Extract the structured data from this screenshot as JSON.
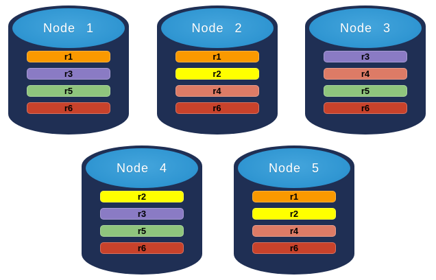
{
  "diagram": {
    "description": "Database nodes with replica partitions",
    "colors": {
      "cylinder_body": "#1F2F54",
      "cylinder_top": "#3096D2",
      "cylinder_top_highlight": "#44A5DC",
      "cylinder_top_edge": "#2585C4",
      "replica_colors": {
        "r1": "#FA9900",
        "r2": "#FFFF00",
        "r3": "#8A7BC4",
        "r4": "#DD7B66",
        "r5": "#8FC57D",
        "r6": "#C8422B"
      }
    },
    "nodes": [
      {
        "label": "Node 1",
        "replicas": [
          "r1",
          "r3",
          "r5",
          "r6"
        ]
      },
      {
        "label": "Node 2",
        "replicas": [
          "r1",
          "r2",
          "r4",
          "r6"
        ]
      },
      {
        "label": "Node 3",
        "replicas": [
          "r3",
          "r4",
          "r5",
          "r6"
        ]
      },
      {
        "label": "Node 4",
        "replicas": [
          "r2",
          "r3",
          "r5",
          "r6"
        ]
      },
      {
        "label": "Node 5",
        "replicas": [
          "r1",
          "r2",
          "r4",
          "r6"
        ]
      }
    ],
    "layout": {
      "top_row_count": 3,
      "bottom_row_count": 2
    }
  }
}
